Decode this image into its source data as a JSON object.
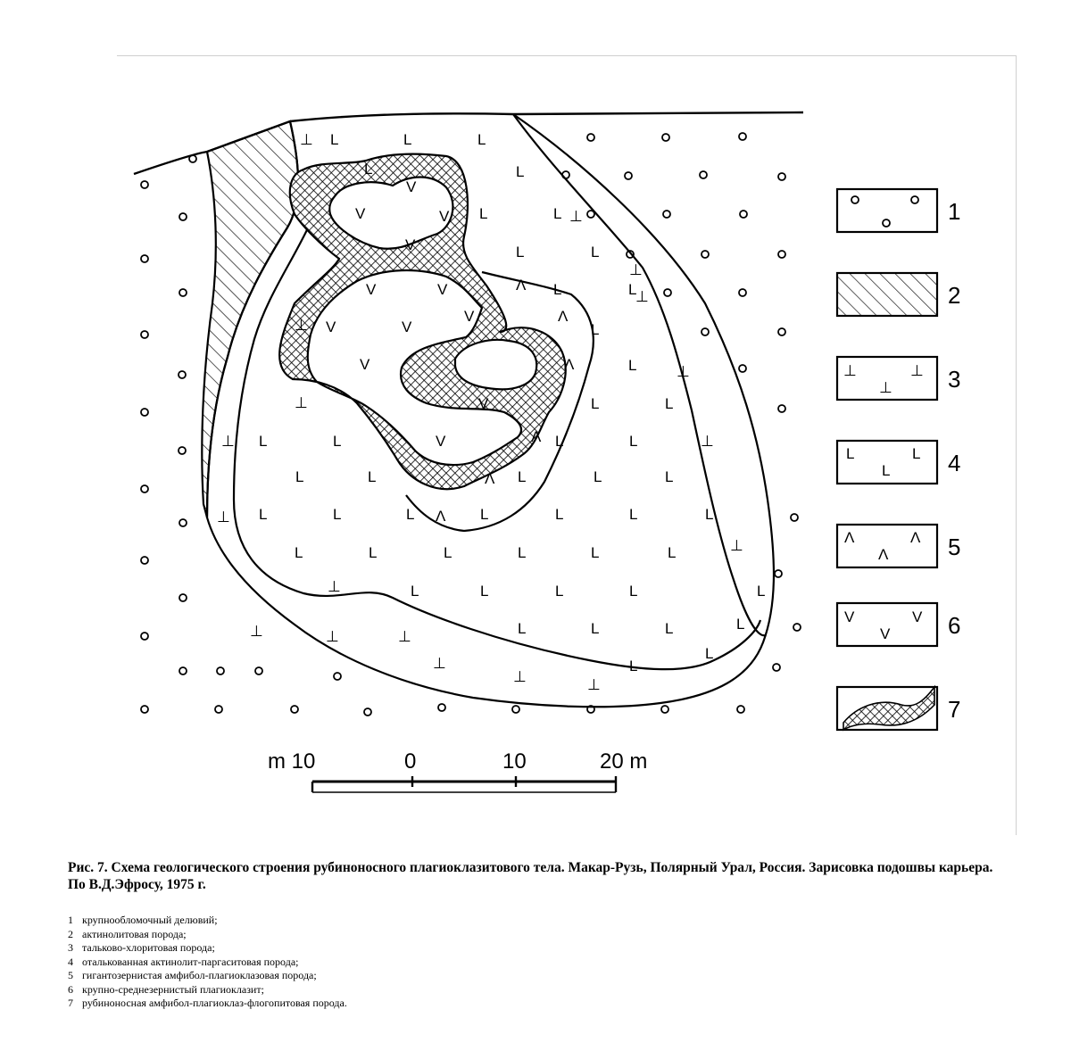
{
  "scale_bar": {
    "label_left": "m 10",
    "ticks": [
      "0",
      "10"
    ],
    "label_right": "20 m"
  },
  "legend_numbers": [
    "1",
    "2",
    "3",
    "4",
    "5",
    "6",
    "7"
  ],
  "caption": "Рис. 7. Схема геологического строения рубиноносного плагиоклазитового тела. Макар-Рузь, Полярный Урал, Россия. Зарисовка подошвы карьера. По В.Д.Эфросу, 1975 г.",
  "legend_items": [
    {
      "num": "1",
      "text": "крупнообломочный делювий;"
    },
    {
      "num": "2",
      "text": "актинолитовая порода;"
    },
    {
      "num": "3",
      "text": "тальково-хлоритовая порода;"
    },
    {
      "num": "4",
      "text": "оталькованная актинолит-паргаситовая порода;"
    },
    {
      "num": "5",
      "text": "гигантозернистая амфибол-плагиоклазовая порода;"
    },
    {
      "num": "6",
      "text": "крупно-среднезернистый плагиоклазит;"
    },
    {
      "num": "7",
      "text": "рубиноносная амфибол-плагиоклаз-флогопитовая порода."
    }
  ]
}
